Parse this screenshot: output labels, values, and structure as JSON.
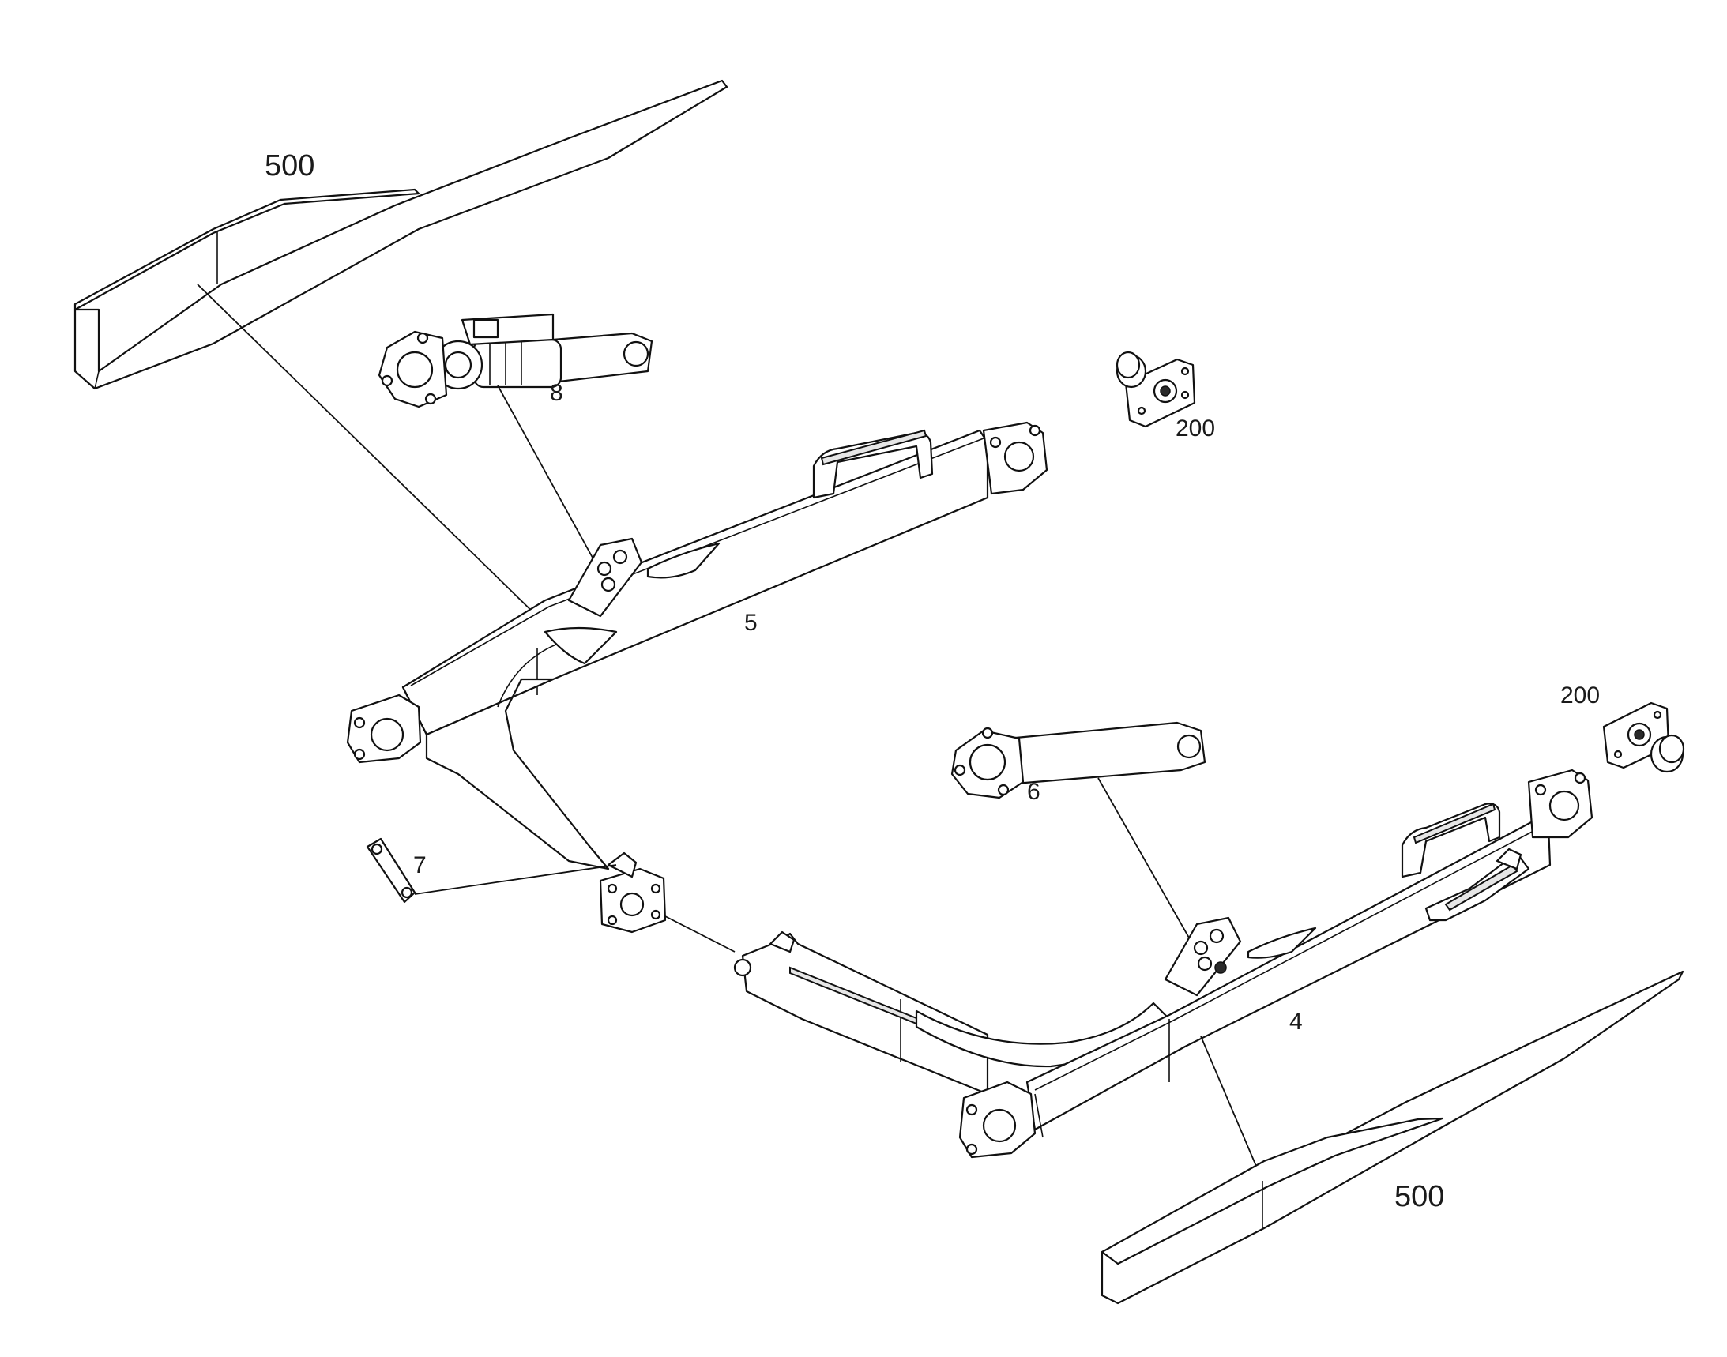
{
  "callouts": {
    "plate_top": "500",
    "plate_bottom": "500",
    "cylinder": "8",
    "pin_top": "200",
    "pin_right": "200",
    "frame_upper": "5",
    "rod": "6",
    "clip": "7",
    "frame_lower": "4"
  },
  "colors": {
    "line": "#111111",
    "fill": "#ffffff",
    "shade": "#e6e6e6"
  }
}
